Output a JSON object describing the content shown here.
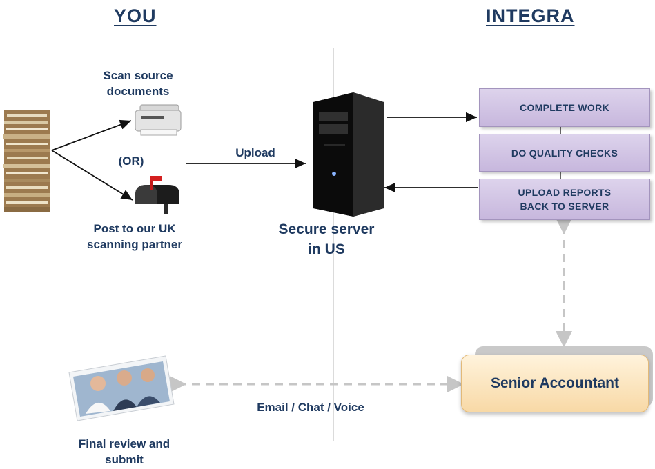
{
  "headers": {
    "left": "YOU",
    "right": "INTEGRA"
  },
  "scan_label": "Scan source\ndocuments",
  "or_label": "(OR)",
  "post_label": "Post to our UK\nscanning partner",
  "upload_label": "Upload",
  "server_label": "Secure server\nin US",
  "steps": [
    "COMPLETE WORK",
    "DO QUALITY CHECKS",
    "UPLOAD REPORTS\nBACK TO SERVER"
  ],
  "senior_label": "Senior Accountant",
  "comm_label": "Email / Chat / Voice",
  "final_label": "Final review and\nsubmit",
  "colors": {
    "text": "#1f3a60",
    "step_fill": "#cfc2e3",
    "senior_fill": "#fbe4bd"
  }
}
